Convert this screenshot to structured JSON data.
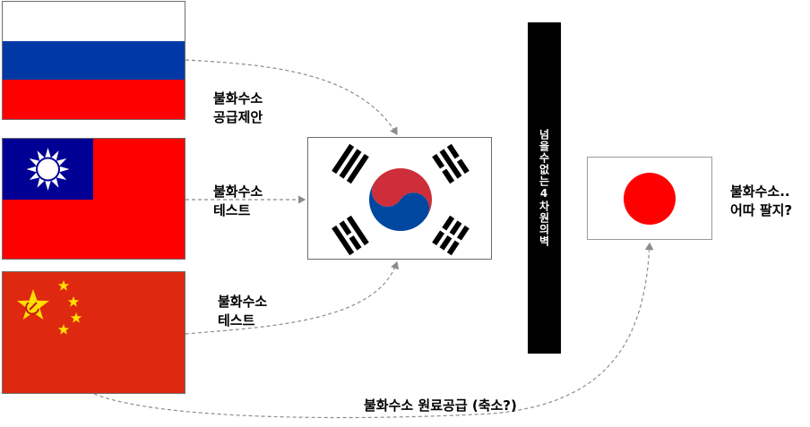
{
  "flags": {
    "russia": {
      "name": "russia-flag",
      "colors": [
        "#ffffff",
        "#0039a6",
        "#ff0000"
      ]
    },
    "taiwan": {
      "name": "taiwan-flag",
      "red": "#fe0000",
      "blue": "#000095",
      "sun": "#ffffff"
    },
    "china": {
      "name": "china-flag",
      "red": "#de2910",
      "yellow": "#ffde00"
    },
    "korea": {
      "name": "korea-flag",
      "red": "#cd2e3a",
      "blue": "#0047a0",
      "black": "#000000"
    },
    "japan": {
      "name": "japan-flag",
      "red": "#ff0000"
    }
  },
  "labels": {
    "russia_edge": "불화수소\n공급제안",
    "taiwan_edge": "불화수소\n테스트",
    "china_edge": "불화수소\n테스트",
    "china_japan_edge": "불화수소 원료공급 (축소?)",
    "japan_note": "불화수소..\n어따 팔지?"
  },
  "wall": {
    "text": "넘을수없는4차원의벽"
  }
}
